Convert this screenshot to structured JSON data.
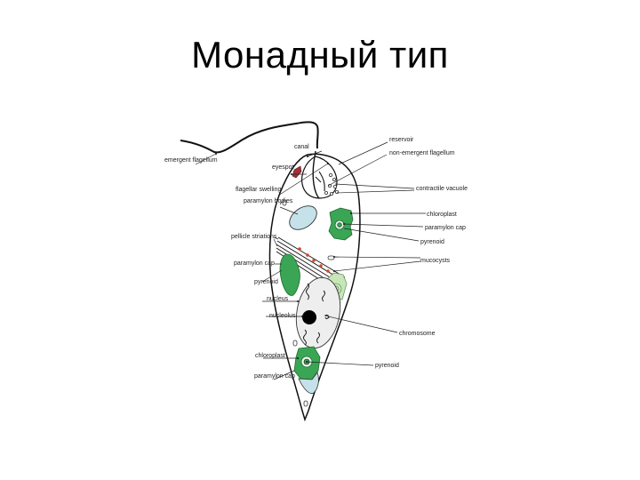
{
  "slide": {
    "title": "Монадный тип"
  },
  "diagram": {
    "subject": "Euglena cell structure",
    "colors": {
      "outline": "#111111",
      "chloroplast": "#3aa655",
      "chloroplast_light": "#c8e6b8",
      "paramylon": "#c5e2ea",
      "nucleus": "#eeeeee",
      "eyespot": "#a0303a",
      "mucocyst": "#d0482a",
      "nucleolus": "#000000"
    },
    "labels": {
      "emergent_flagellum": "emergent flagellum",
      "canal": "canal",
      "eyespot": "eyespot",
      "flagellar_swelling": "flagellar swelling",
      "paramylon_bodies": "paramylon bodies",
      "pellicle_striations": "pellicle striations",
      "paramylon_cap_left": "paramylon cap",
      "pyrenoid_left": "pyrenoid",
      "nucleus": "nucleus",
      "nucleolus": "nucleolus",
      "chloroplast_bottom": "chloroplast",
      "paramylon_cap_bottom": "paramylon cap",
      "reservoir": "reservoir",
      "non_emergent_flagellum": "non-emergent flagellum",
      "contractile_vacuole": "contractile vacuole",
      "chloroplast_top": "chloroplast",
      "paramylon_cap_right": "paramylon cap",
      "pyrenoid_right": "pyrenoid",
      "mucocysts": "mucocysts",
      "chromosome": "chromosome",
      "pyrenoid_bottom": "pyrenoid"
    }
  }
}
